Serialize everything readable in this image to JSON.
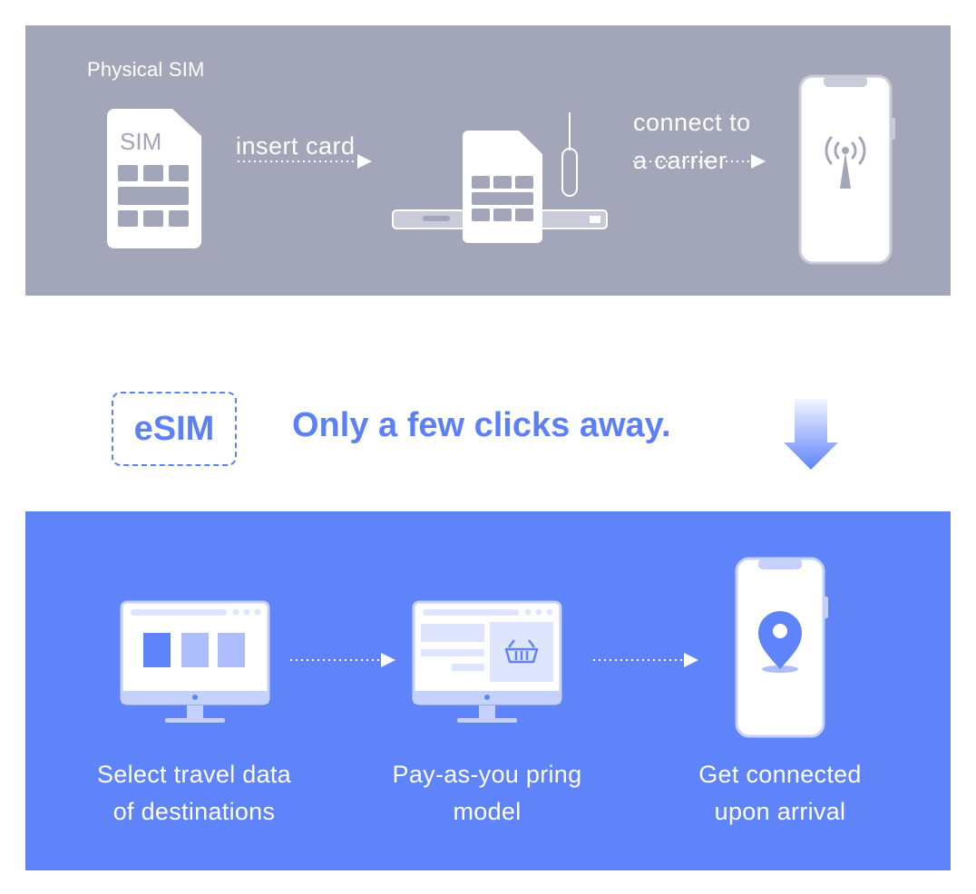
{
  "physical": {
    "title": "Physical SIM",
    "sim_card_text": "SIM",
    "step1_label": "insert card",
    "step2_line1": "connect to",
    "step2_line2": "a carrier"
  },
  "esim": {
    "badge": "eSIM",
    "headline": "Only a few clicks away."
  },
  "steps": [
    {
      "line1": "Select travel data",
      "line2": "of destinations"
    },
    {
      "line1": "Pay-as-you pring",
      "line2": "model"
    },
    {
      "line1": "Get connected",
      "line2": "upon arrival"
    }
  ],
  "colors": {
    "top_bg": "#a3a6b8",
    "accent": "#5b80f7",
    "bottom_bg": "#5f83f9"
  }
}
